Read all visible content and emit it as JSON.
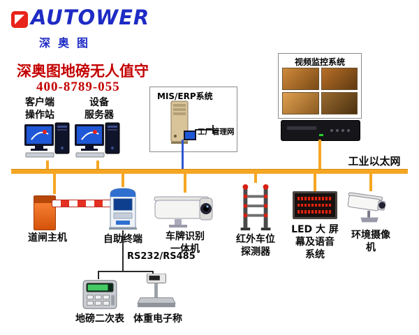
{
  "colors": {
    "brand_blue": "#1e2bc4",
    "accent_red": "#c40000",
    "bus_orange": "#f5a623"
  },
  "logo": {
    "brand": "AUTOWER",
    "subtitle": "深奥图"
  },
  "header": {
    "title": "深奥图地磅无人值守",
    "phone": "400-8789-055"
  },
  "top_nodes": {
    "client_station": "客户端\n操作站",
    "device_server": "设备\n服务器",
    "mis_title": "MIS/ERP系统",
    "factory_net": "工厂管理网",
    "video_title": "视频监控系统"
  },
  "bus": {
    "label": "工业以太网"
  },
  "devices": {
    "barrier": {
      "label": "道闸主机"
    },
    "kiosk": {
      "label": "自助终端"
    },
    "lpr": {
      "label": "车牌识别\n一体机"
    },
    "infrared": {
      "label": "红外车位\n探测器"
    },
    "led": {
      "label": "LED 大 屏\n幕及语音\n系统"
    },
    "envcam": {
      "label": "环境摄像\n机"
    }
  },
  "serial": {
    "label": "RS232/RS485"
  },
  "bottom_devices": {
    "indicator": {
      "label": "地磅二次表"
    },
    "scale": {
      "label": "体重电子称"
    }
  }
}
